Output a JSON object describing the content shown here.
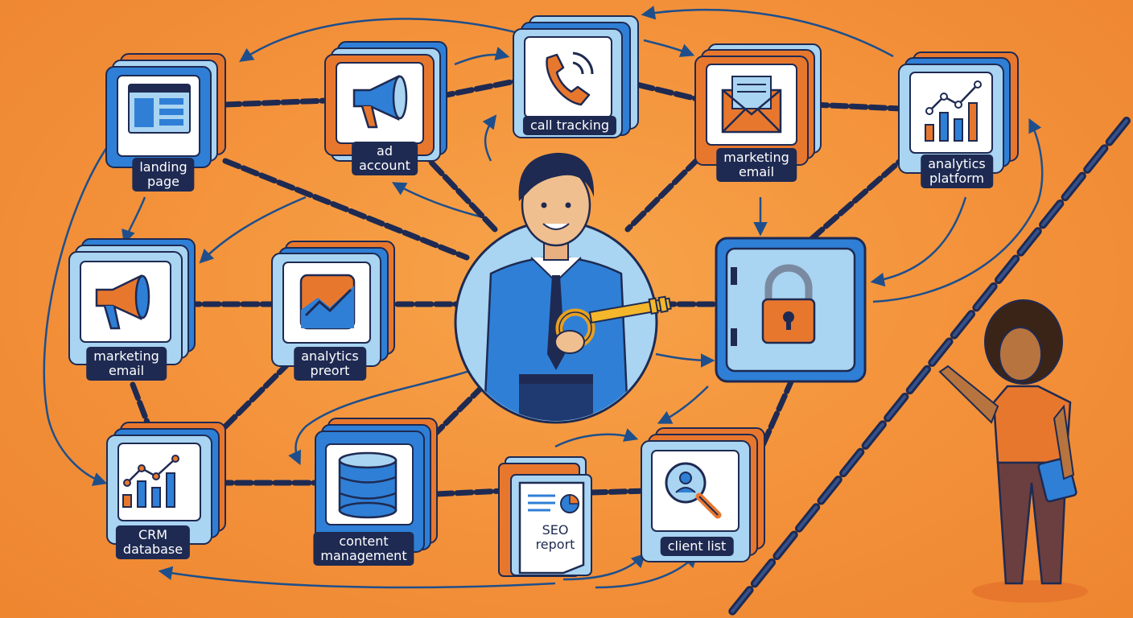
{
  "nodes": {
    "landing_page": {
      "label_line1": "landing",
      "label_line2": "page"
    },
    "ad_account": {
      "label_line1": "ad",
      "label_line2": "account"
    },
    "call_tracking": {
      "label": "call tracking"
    },
    "marketing_email_top": {
      "label_line1": "marketing",
      "label_line2": "email"
    },
    "analytics_platform": {
      "label_line1": "analytics",
      "label_line2": "platform"
    },
    "marketing_email_mid": {
      "label_line1": "marketing",
      "label_line2": "email"
    },
    "analytics_report": {
      "label_line1": "analytics",
      "label_line2": "preort"
    },
    "crm_database": {
      "label_line1": "CRM",
      "label_line2": "database"
    },
    "content_management": {
      "label_line1": "content",
      "label_line2": "management"
    },
    "seo_report": {
      "label_line1": "SEO",
      "label_line2": "report"
    },
    "client_list": {
      "label": "client list"
    }
  },
  "colors": {
    "background": "#f3913a",
    "chain": "#1e2a52",
    "card_blue": "#2f7fd6",
    "card_orange": "#e8772e",
    "card_light": "#a9d4f2",
    "label_bg": "#1e2a52"
  },
  "icons": [
    "browser-window-icon",
    "megaphone-icon",
    "phone-ringing-icon",
    "envelope-icon",
    "bar-line-chart-icon",
    "trend-chart-icon",
    "database-icon",
    "seo-document-icon",
    "user-search-icon",
    "padlock-icon",
    "key-icon"
  ]
}
